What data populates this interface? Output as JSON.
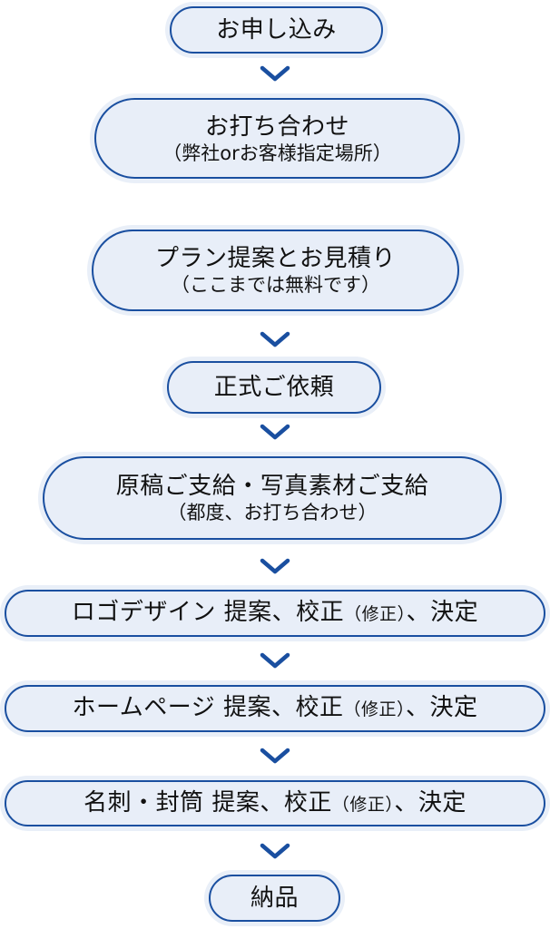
{
  "colors": {
    "border": "#1a4fa0",
    "fill": "#e8eef8",
    "arrow": "#1a4fa0",
    "text": "#111111"
  },
  "steps": [
    {
      "title": "お申し込み"
    },
    {
      "title": "お打ち合わせ",
      "note": "（弊社orお客様指定場所）"
    },
    {
      "title": "プラン提案とお見積り",
      "note": "（ここまでは無料です）"
    },
    {
      "title": "正式ご依頼"
    },
    {
      "title": "原稿ご支給・写真素材ご支給",
      "note": "（都度、お打ち合わせ）"
    },
    {
      "title_a": "ロゴデザイン 提案、校正",
      "title_small": "（修正）",
      "title_b": "、決定"
    },
    {
      "title_a": "ホームページ 提案、校正",
      "title_small": "（修正）",
      "title_b": "、決定"
    },
    {
      "title_a": "名刺・封筒 提案、校正",
      "title_small": "（修正）",
      "title_b": "、決定"
    },
    {
      "title": "納品"
    }
  ],
  "arrow_icon": "chevron-down-icon"
}
